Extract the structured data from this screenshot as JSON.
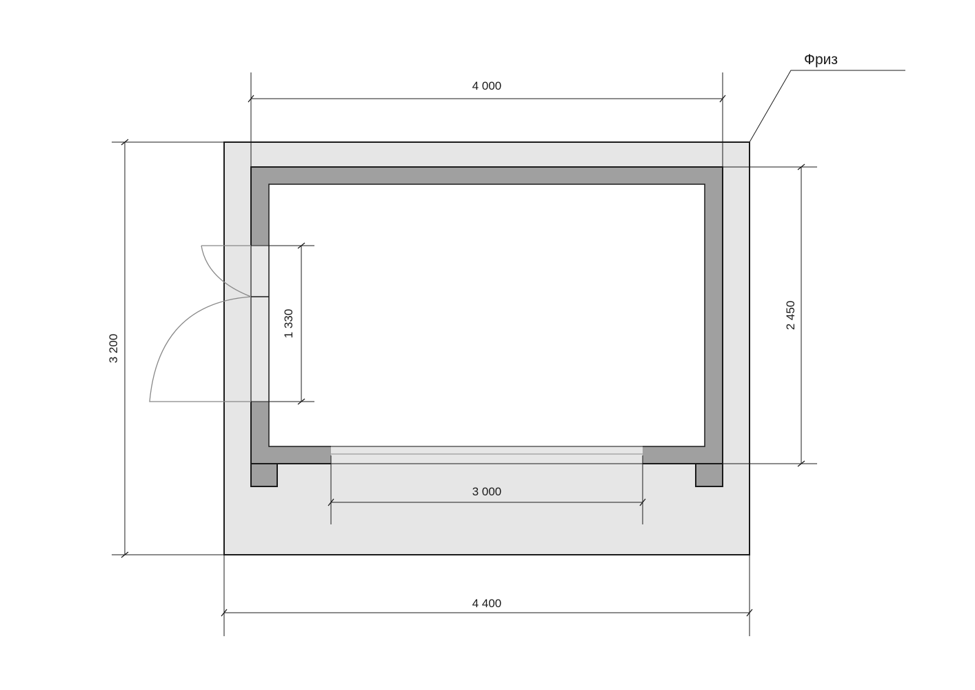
{
  "drawing": {
    "label": "Фриз",
    "dimensions": {
      "top_width": "4 000",
      "total_width": "4 400",
      "opening_width": "3 000",
      "total_height": "3 200",
      "inner_height": "2 450",
      "door_width": "1 330"
    },
    "colors": {
      "frieze_fill": "#e6e6e6",
      "wall_fill": "#a0a0a0",
      "interior_fill": "#ffffff",
      "door_arc": "#888888",
      "line": "#1a1a1a"
    }
  }
}
